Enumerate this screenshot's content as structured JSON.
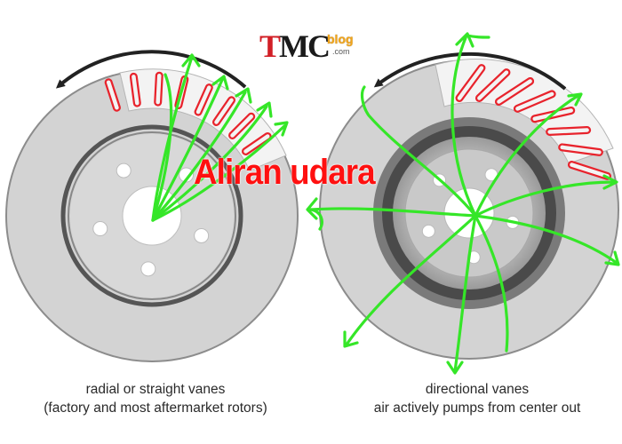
{
  "logo": {
    "t": "T",
    "mc": "MC",
    "blog": "blog",
    "dotcom": ".com"
  },
  "overlay_label": "Aliran udara",
  "left_rotor": {
    "caption_line1": "radial or straight vanes",
    "caption_line2": "(factory and most aftermarket rotors)"
  },
  "right_rotor": {
    "caption_line1": "directional vanes",
    "caption_line2": "air actively pumps from center out"
  },
  "colors": {
    "rotor_face": "#d3d3d3",
    "rotor_edge": "#8c8c8c",
    "vane_red": "#e8232c",
    "cutaway_bg": "#f3f3f3",
    "airflow_green": "#35e628",
    "label_red": "#ff1010",
    "logo_red": "#d21f26",
    "logo_orange": "#f2a51a"
  }
}
